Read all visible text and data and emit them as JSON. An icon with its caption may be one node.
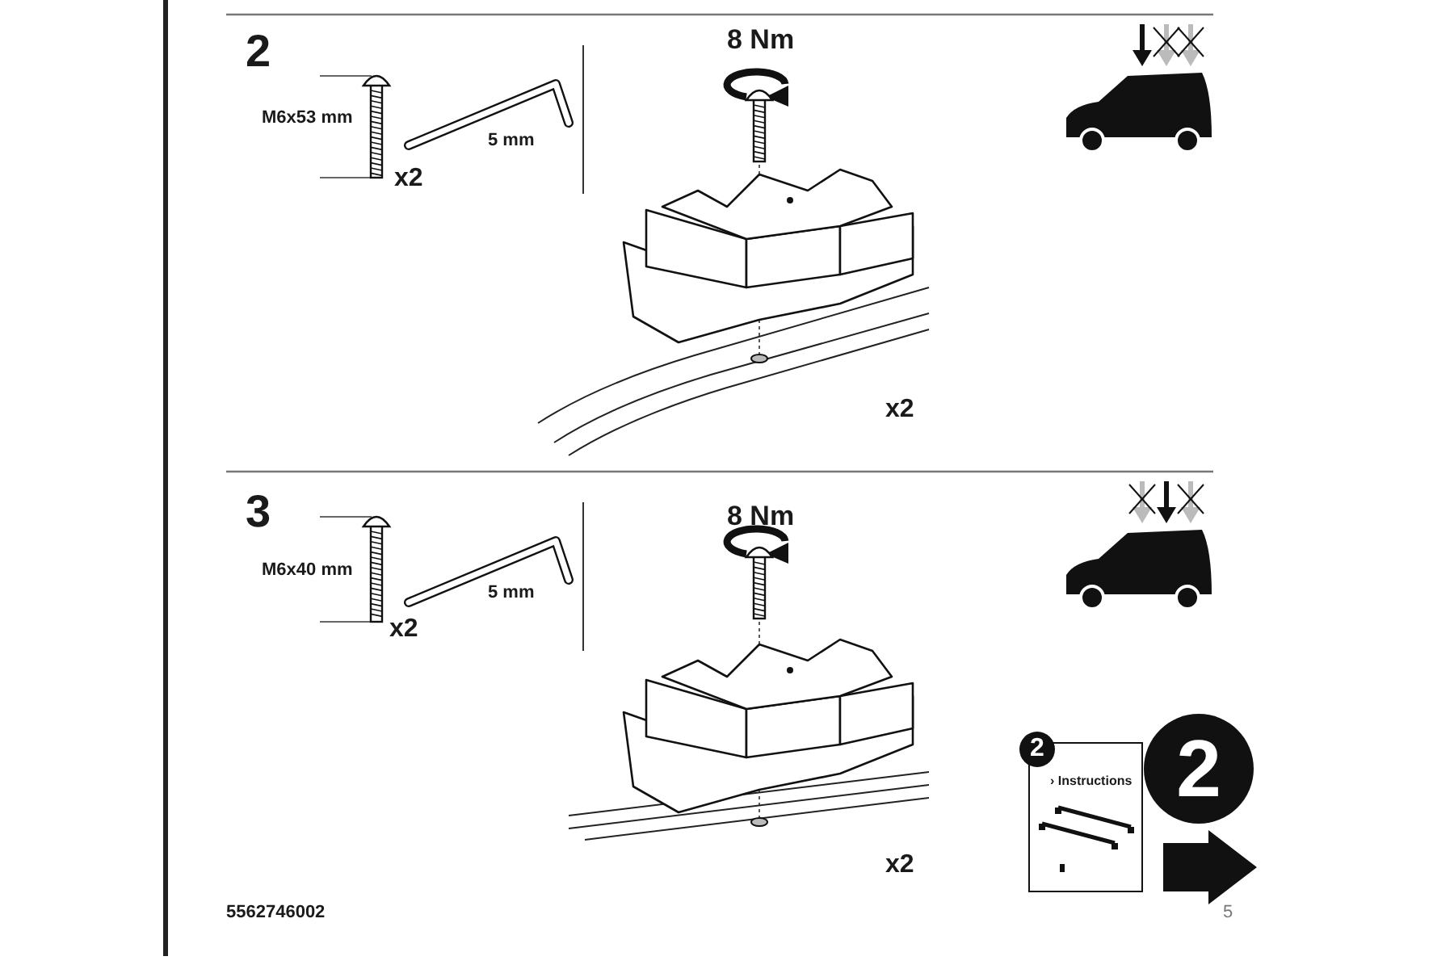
{
  "diagram": {
    "labels": [
      "2",
      "M6x53 mm",
      "5 mm",
      "x2",
      "8 Nm",
      "x2",
      "3",
      "M6x40 mm",
      "5 mm",
      "x2",
      "8 Nm",
      "x2",
      "2",
      "› Instructions",
      "2",
      "5562746002",
      "5"
    ]
  }
}
